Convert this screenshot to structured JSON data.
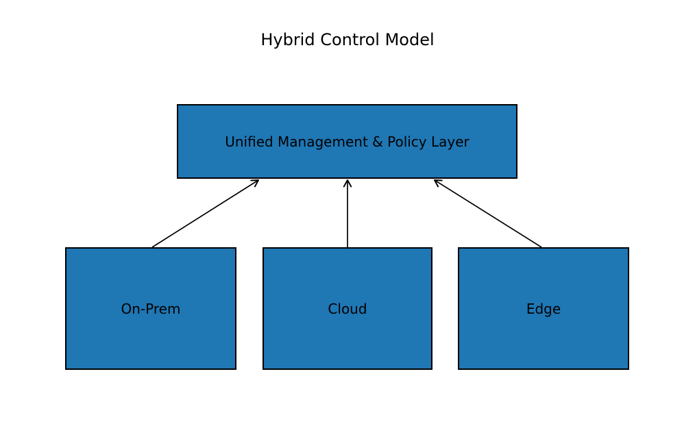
{
  "diagram": {
    "title": "Hybrid Control Model",
    "type": "flow-diagram",
    "colors": {
      "node_fill": "#1f77b4",
      "node_border": "#000000",
      "arrow": "#000000",
      "text": "#000000",
      "background": "#ffffff"
    },
    "nodes": [
      {
        "id": "unified-layer",
        "label": "Unified Management & Policy Layer",
        "position": "top"
      },
      {
        "id": "on-prem",
        "label": "On-Prem",
        "position": "bottom-left"
      },
      {
        "id": "cloud",
        "label": "Cloud",
        "position": "bottom-center"
      },
      {
        "id": "edge",
        "label": "Edge",
        "position": "bottom-right"
      }
    ],
    "edges": [
      {
        "from": "on-prem",
        "to": "unified-layer",
        "arrowhead": "open"
      },
      {
        "from": "cloud",
        "to": "unified-layer",
        "arrowhead": "open"
      },
      {
        "from": "edge",
        "to": "unified-layer",
        "arrowhead": "open"
      }
    ]
  }
}
